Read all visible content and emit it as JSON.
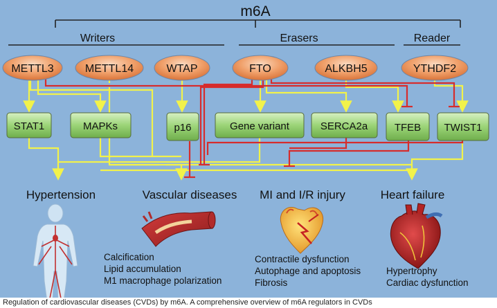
{
  "title": "m6A",
  "groups": {
    "writers": "Writers",
    "erasers": "Erasers",
    "reader": "Reader"
  },
  "regulators": {
    "mettl3": "METTL3",
    "mettl14": "METTL14",
    "wtap": "WTAP",
    "fto": "FTO",
    "alkbh5": "ALKBH5",
    "ythdf2": "YTHDF2"
  },
  "targets": {
    "stat1": "STAT1",
    "mapks": "MAPKs",
    "p16": "p16",
    "gene_variant": "Gene variant",
    "serca2a": "SERCA2a",
    "tfeb": "TFEB",
    "twist1": "TWIST1"
  },
  "diseases": {
    "hypertension": {
      "label": "Hypertension",
      "icon": "human-vascular-system-icon"
    },
    "vascular": {
      "label": "Vascular diseases",
      "icon": "blood-vessel-icon",
      "effects": [
        "Calcification",
        "Lipid accumulation",
        "M1 macrophage polarization"
      ]
    },
    "mi": {
      "label": "MI and I/R injury",
      "icon": "injured-heart-icon",
      "effects": [
        "Contractile dysfunction",
        "Autophage and apoptosis",
        "Fibrosis"
      ]
    },
    "hf": {
      "label": "Heart failure",
      "icon": "anatomical-heart-icon",
      "effects": [
        "Hypertrophy",
        "Cardiac dysfunction"
      ]
    }
  },
  "caption": "Regulation of cardiovascular diseases (CVDs) by m6A. A comprehensive overview of m6A regulators in CVDs",
  "colors": {
    "background": "#8cb3da",
    "activation": "#f2f24a",
    "inhibition": "#d62c2c",
    "regulator_fill": "#e8894a",
    "target_fill": "#8fcf6a"
  }
}
